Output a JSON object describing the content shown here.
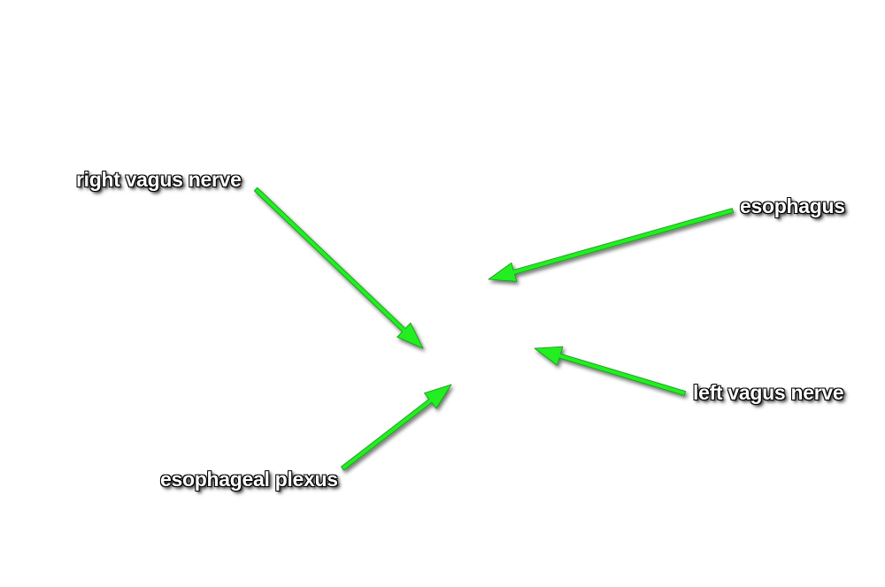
{
  "labels": {
    "right_vagus": "right vagus nerve",
    "esophagus": "esophagus",
    "left_vagus": "left vagus nerve",
    "plexus": "esophageal plexus"
  },
  "colors": {
    "arrow": "#22ee22",
    "label_text": "#ffffff",
    "background": "#ffffff"
  }
}
